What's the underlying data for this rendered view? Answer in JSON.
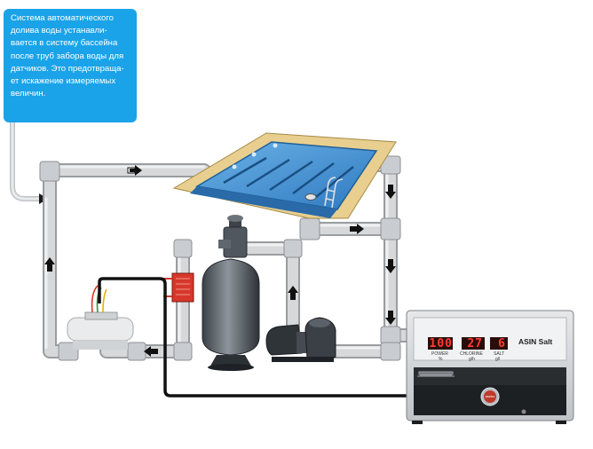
{
  "callout": {
    "text": "Система автоматического\nдолива воды устанавли-\nвается в систему бассейна\nпосле труб забора воды для\nдатчиков. Это предотвраща-\nет искажение измеряемых\nвеличин."
  },
  "controller": {
    "brand": "ASIN Salt",
    "logo": "aseko",
    "displays": [
      {
        "value": "100",
        "label": "POWER",
        "unit": "%"
      },
      {
        "value": "27",
        "label": "CHLORINE",
        "unit": "g/h"
      },
      {
        "value": "6",
        "label": "SALT",
        "unit": "g/l"
      }
    ]
  },
  "colors": {
    "callout": "#1aa3e8",
    "pipe": "#d6d8da",
    "pipe_edge": "#9a9da0",
    "pool_water": "#3f8fd0",
    "pool_deck": "#e9cf8f",
    "lcd": "#ff3b2f"
  }
}
